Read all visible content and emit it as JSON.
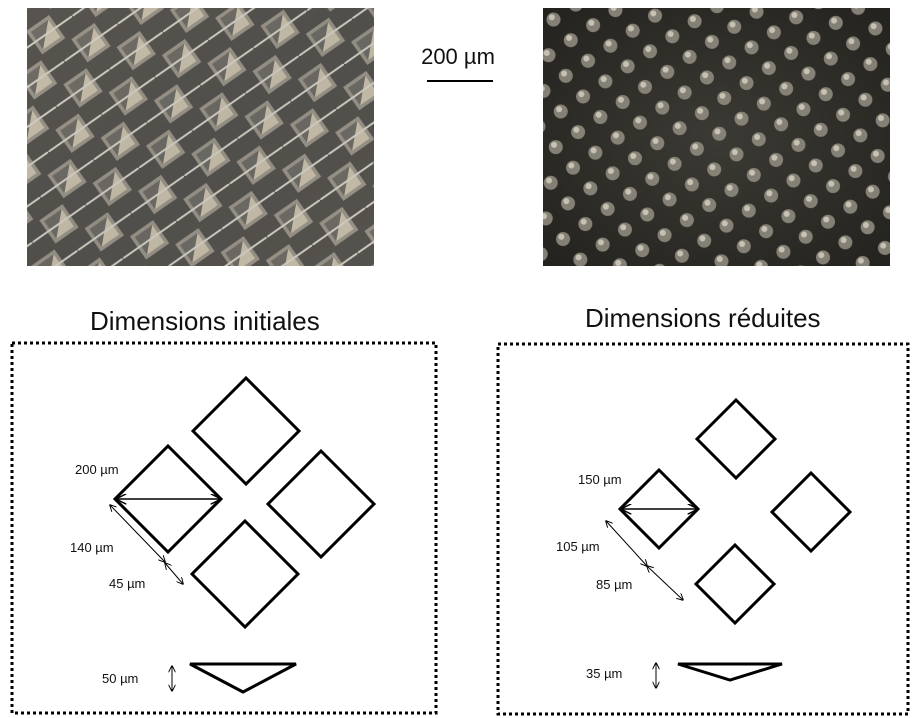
{
  "scale_bar": {
    "label": "200 µm"
  },
  "panels": [
    {
      "title": "Dimensions initiales",
      "labels": {
        "width": "200 µm",
        "pitch": "140 µm",
        "gap": "45 µm",
        "depth": "50 µm"
      }
    },
    {
      "title": "Dimensions réduites",
      "labels": {
        "width": "150 µm",
        "pitch": "105 µm",
        "gap": "85 µm",
        "depth": "35 µm"
      }
    }
  ],
  "colors": {
    "line": "#000000",
    "photo_left_base": "#6b6a66",
    "photo_right_base": "#2a2a26"
  }
}
